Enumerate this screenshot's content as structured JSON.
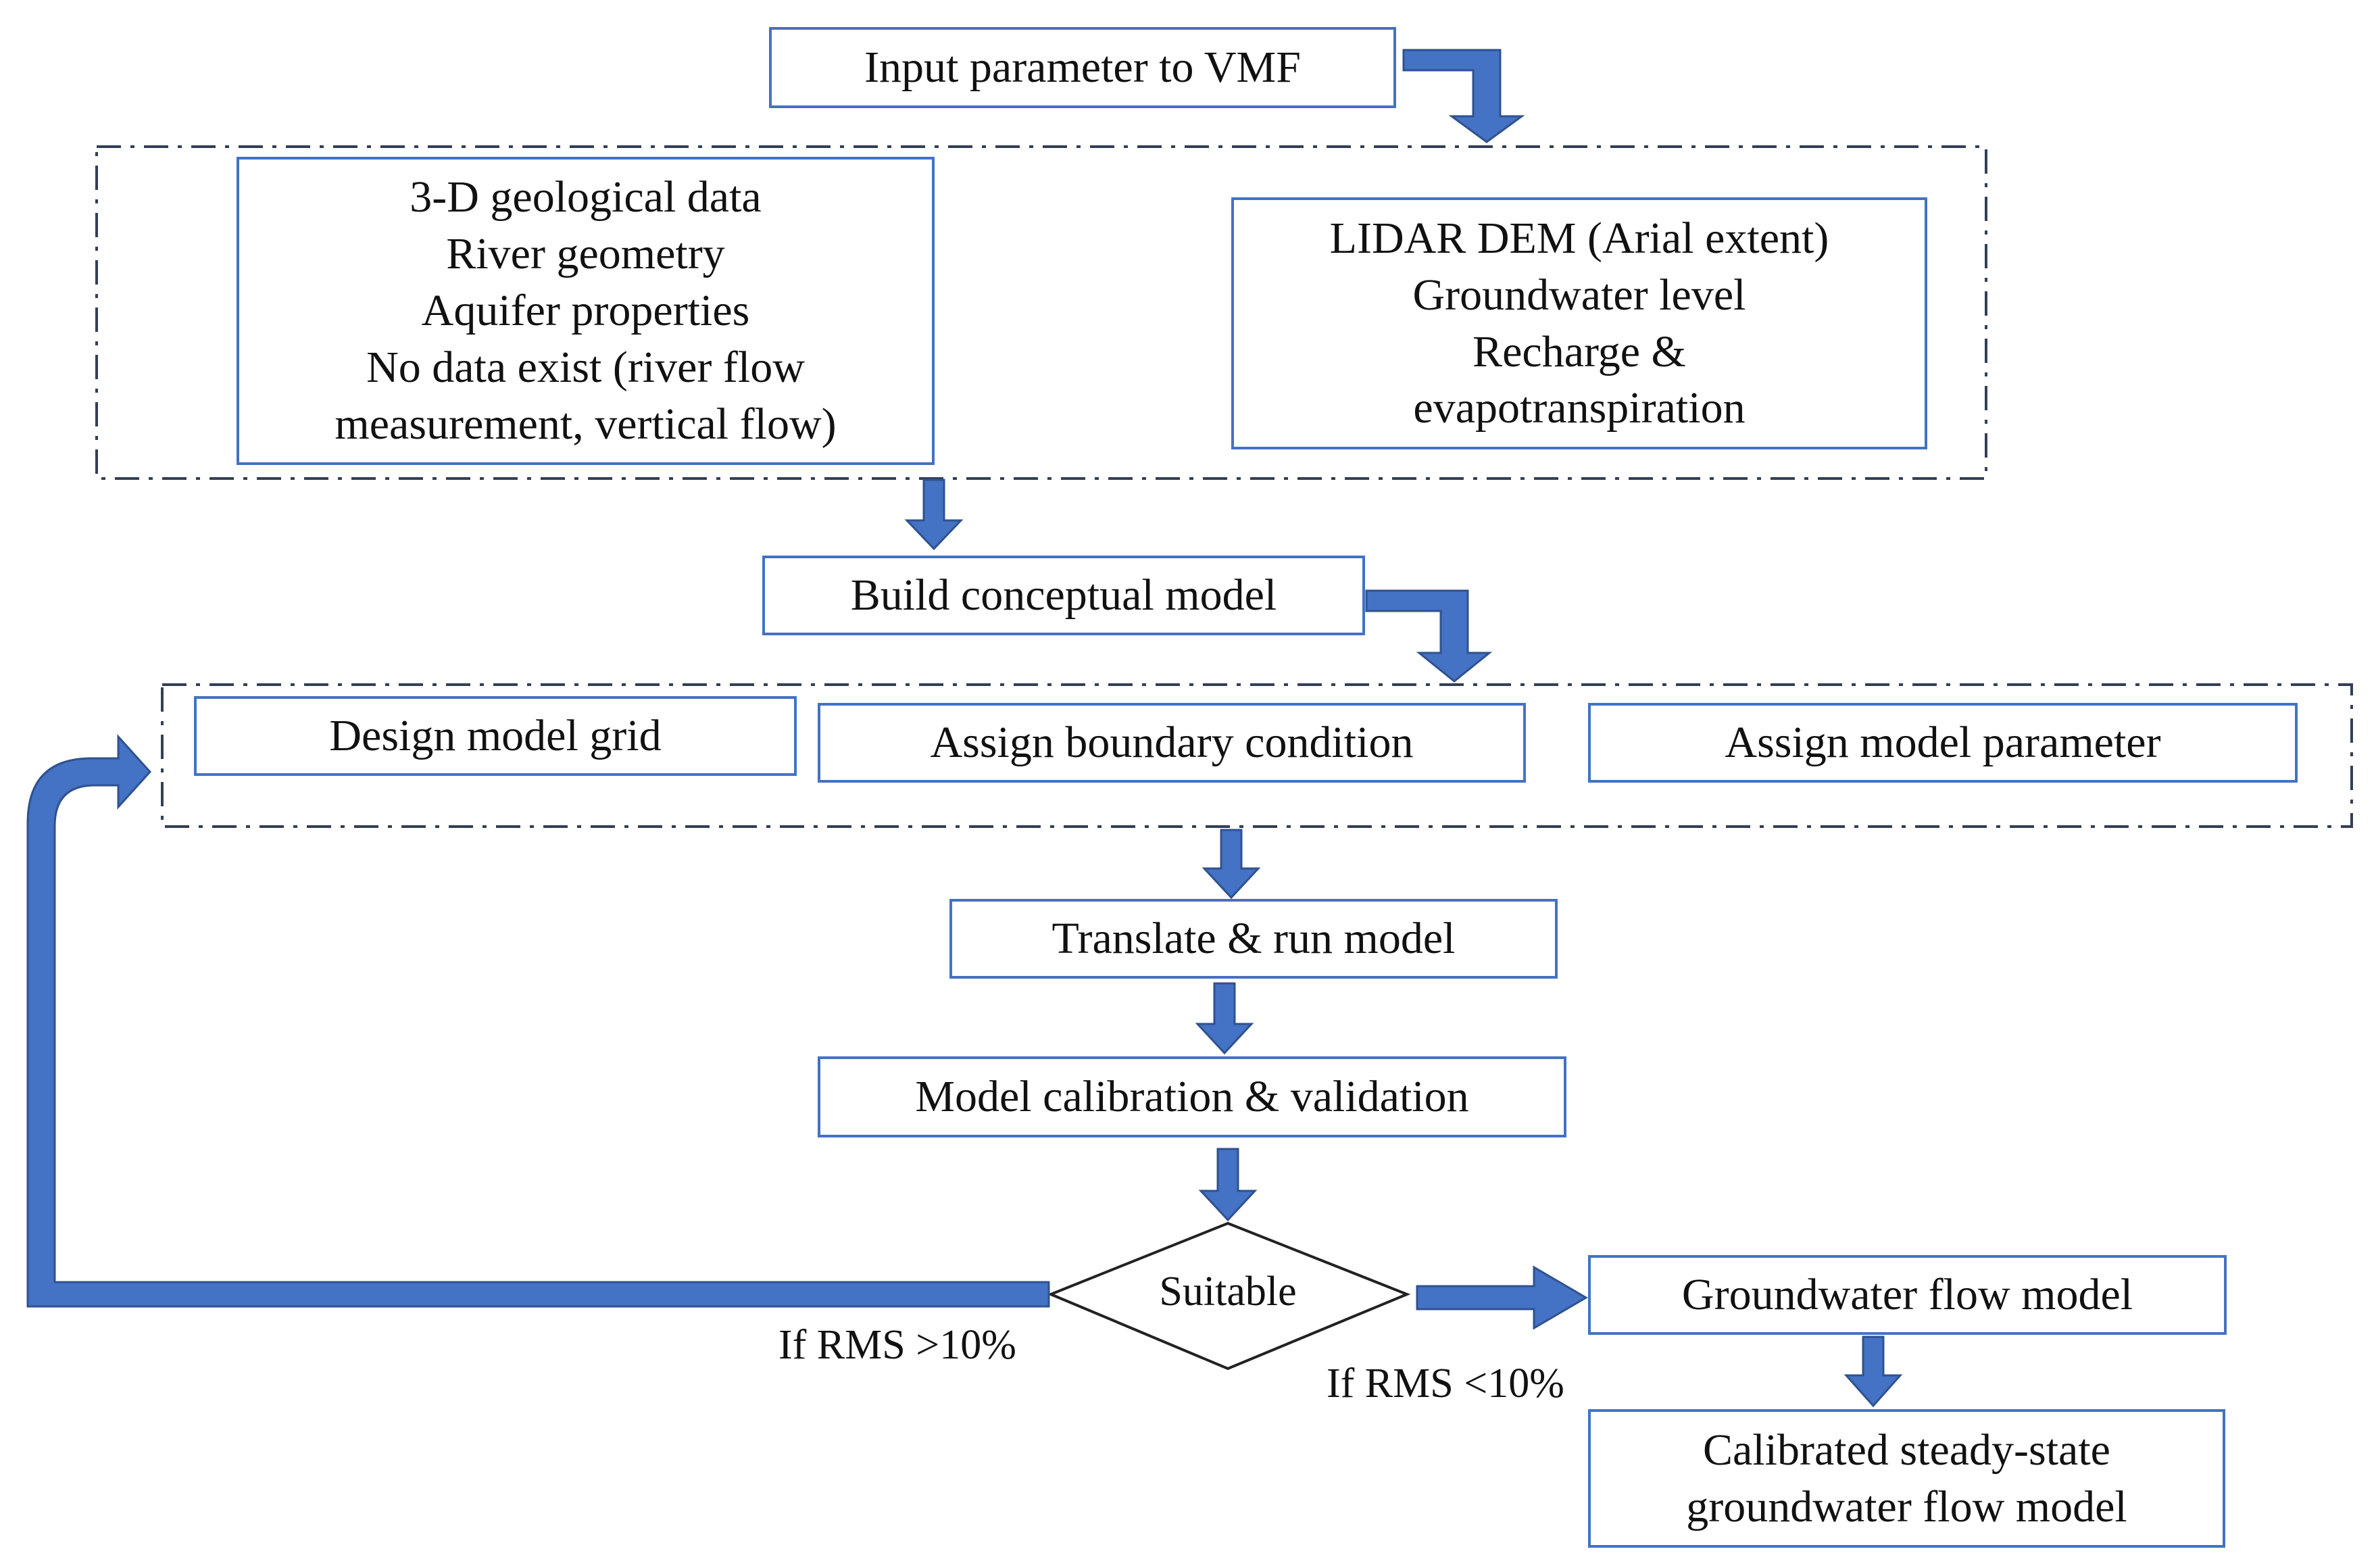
{
  "colors": {
    "box_border": "#4472c4",
    "arrow_fill": "#4472c4",
    "arrow_stroke": "#2f528f",
    "group_border": "#333f55"
  },
  "nodes": {
    "input_vmf": "Input parameter to VMF",
    "left_inputs": [
      "3-D geological data",
      "River geometry",
      "Aquifer properties",
      "No data exist (river flow",
      "measurement, vertical flow)"
    ],
    "right_inputs": [
      "LIDAR DEM (Arial extent)",
      "Groundwater level",
      "Recharge &",
      "evapotranspiration"
    ],
    "build_model": "Build conceptual model",
    "design_grid": "Design model grid",
    "assign_boundary": "Assign boundary condition",
    "assign_parameter": "Assign model parameter",
    "translate_run": "Translate & run model",
    "calibration": "Model calibration & validation",
    "suitable": "Suitable",
    "groundwater_flow": "Groundwater flow model",
    "calibrated_model": [
      "Calibrated steady-state",
      "groundwater flow model"
    ]
  },
  "edge_labels": {
    "rms_high": "If RMS >10%",
    "rms_low": "If RMS <10%"
  }
}
